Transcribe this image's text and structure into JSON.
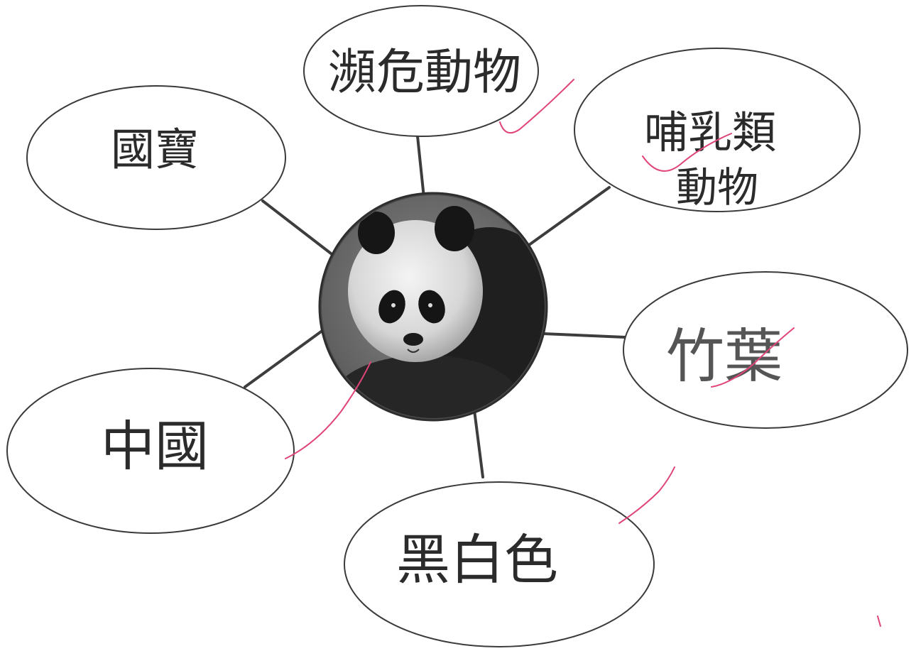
{
  "center": {
    "image": "giant-panda-photo"
  },
  "bubbles": [
    {
      "id": "top",
      "text": "瀕危動物"
    },
    {
      "id": "upper-left",
      "text": "國寶"
    },
    {
      "id": "upper-right",
      "lines": [
        "哺乳類",
        "動物"
      ]
    },
    {
      "id": "right",
      "text": "竹葉"
    },
    {
      "id": "lower-left",
      "text": "中國"
    },
    {
      "id": "bottom",
      "text": "黑白色"
    }
  ],
  "colors": {
    "outline": "#3a3a3a",
    "connector": "#3d3d3d",
    "check_mark": "#e0457a"
  },
  "icons": {
    "check": "check-mark-icon"
  }
}
